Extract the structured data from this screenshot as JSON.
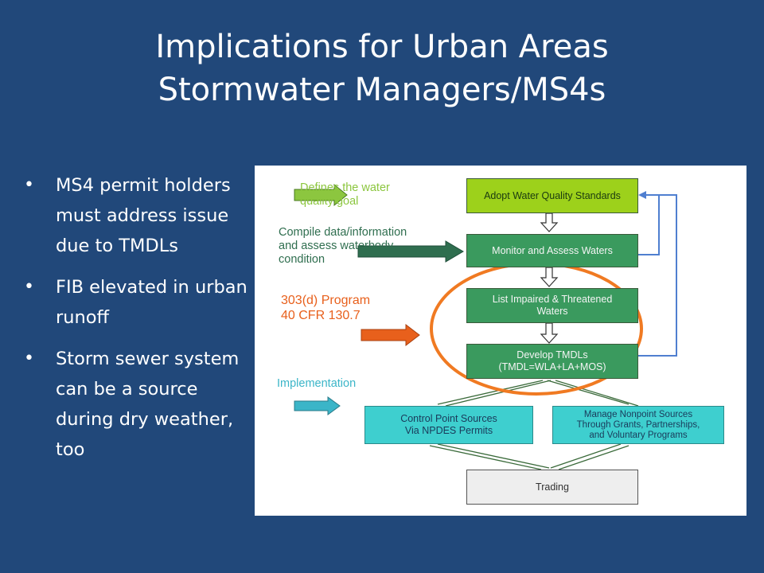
{
  "slide": {
    "title_line1": "Implications for Urban Areas",
    "title_line2": "Stormwater Managers/MS4s",
    "bullets": [
      "MS4 permit holders must address issue due to TMDLs",
      "FIB elevated in urban runoff",
      "Storm sewer system can be a source during dry weather, too"
    ]
  },
  "diagram": {
    "notes": {
      "defines_line1": "Defines the water",
      "defines_line2": "quality goal",
      "compile_line1": "Compile data/information",
      "compile_line2": "and assess waterbody",
      "compile_line3": "condition",
      "program_line1": "303(d) Program",
      "program_line2": "40 CFR 130.7",
      "implementation": "Implementation"
    },
    "boxes": {
      "adopt": "Adopt Water Quality Standards",
      "monitor": "Monitor and Assess Waters",
      "list_line1": "List Impaired & Threatened",
      "list_line2": "Waters",
      "develop_line1": "Develop TMDLs",
      "develop_line2": "(TMDL=WLA+LA+MOS)",
      "control_line1": "Control Point Sources",
      "control_line2": "Via NPDES Permits",
      "manage_line1": "Manage Nonpoint Sources",
      "manage_line2": "Through Grants, Partnerships,",
      "manage_line3": "and Voluntary Programs",
      "trading": "Trading"
    },
    "colors": {
      "background": "#21487a",
      "note_green": "#8cc63f",
      "note_dark_green": "#2f6e4f",
      "note_orange": "#e8601c",
      "note_teal": "#3bb5c8",
      "box_green": "#3a9a5e",
      "box_lime": "#9dd11b",
      "box_teal": "#3ecfcf",
      "feedback_blue": "#4f7fd0",
      "ellipse_orange": "#f07a22"
    }
  }
}
